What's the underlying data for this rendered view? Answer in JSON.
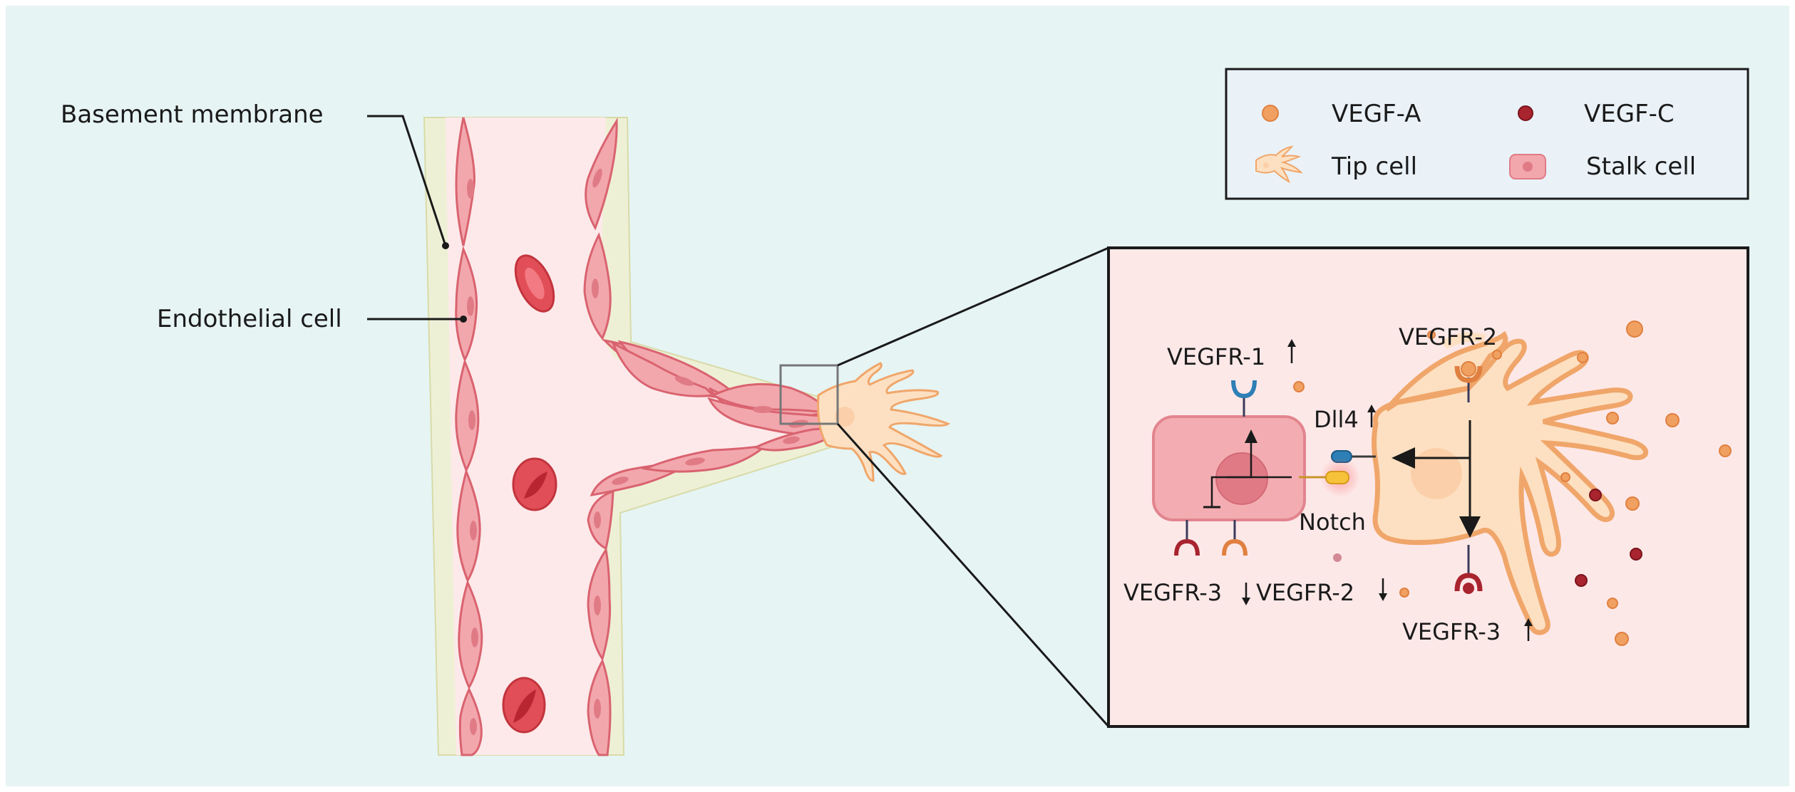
{
  "labels": {
    "basement_membrane": "Basement membrane",
    "endothelial_cell": "Endothelial cell"
  },
  "legend": {
    "vegf_a": "VEGF-A",
    "vegf_c": "VEGF-C",
    "tip_cell": "Tip cell",
    "stalk_cell": "Stalk cell"
  },
  "inset": {
    "vegfr1": "VEGFR-1",
    "vegfr2_tip": "VEGFR-2",
    "dll4": "Dll4",
    "notch": "Notch",
    "vegfr3_stalk": "VEGFR-3",
    "vegfr2_stalk": "VEGFR-2",
    "vegfr3_tip": "VEGFR-3"
  },
  "colors": {
    "background": "#e6f4f3",
    "vessel_lumen": "#fde9ea",
    "endothelial": "#f2a7ad",
    "endothelial_stroke": "#d9636f",
    "tip_cell": "#fde0c2",
    "tip_stroke": "#f0a66a",
    "vegf_a": "#f0a060",
    "vegf_c": "#a8242e",
    "stalk_box": "#fde8e8"
  }
}
